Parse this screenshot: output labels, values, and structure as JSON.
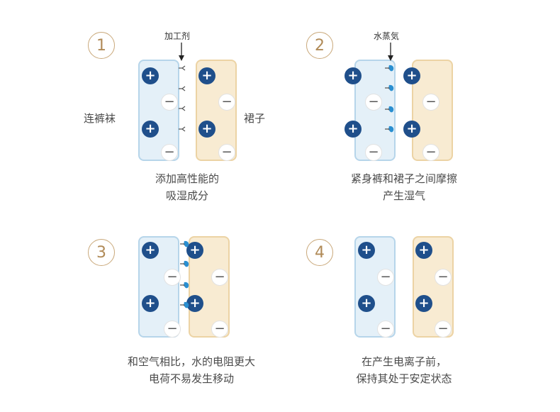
{
  "panels": [
    {
      "number": "1",
      "top_label": "加工剂",
      "left_label": "连裤袜",
      "right_label": "裙子",
      "caption_lines": [
        "添加高性能的",
        "吸湿成分"
      ]
    },
    {
      "number": "2",
      "top_label": "水蒸気",
      "caption_lines": [
        "紧身裤和裙子之间摩擦",
        "产生湿气"
      ]
    },
    {
      "number": "3",
      "caption_lines": [
        "和空气相比，水的电阻更大",
        "电荷不易发生移动"
      ]
    },
    {
      "number": "4",
      "caption_lines": [
        "在产生电离子前，",
        "保持其处于安定状态"
      ]
    }
  ],
  "symbols": {
    "plus": "+",
    "minus": "−"
  },
  "colors": {
    "blue_fabric": "#e4f0f8",
    "beige_fabric": "#f8ebd2",
    "plus_charge": "#1f4f8b",
    "number_ring": "#c9a87a",
    "water": "#2a8fd1"
  }
}
